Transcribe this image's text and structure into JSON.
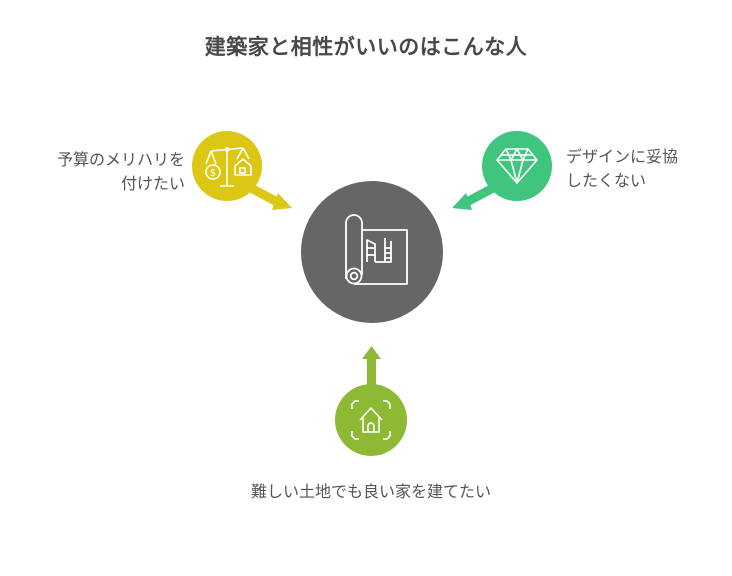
{
  "title": "建築家と相性がいいのはこんな人",
  "center": {
    "icon": "blueprint-icon",
    "color": "#666666"
  },
  "nodes": [
    {
      "id": "budget",
      "lines": [
        "予算のメリハリを",
        "付けたい"
      ],
      "icon": "scale-money-house-icon",
      "color": "#DDC715"
    },
    {
      "id": "design",
      "lines": [
        "デザインに妥協",
        "したくない"
      ],
      "icon": "diamond-icon",
      "color": "#40C57F"
    },
    {
      "id": "land",
      "lines": [
        "難しい土地でも良い家を建てたい"
      ],
      "icon": "house-frame-icon",
      "color": "#8DB935"
    }
  ]
}
